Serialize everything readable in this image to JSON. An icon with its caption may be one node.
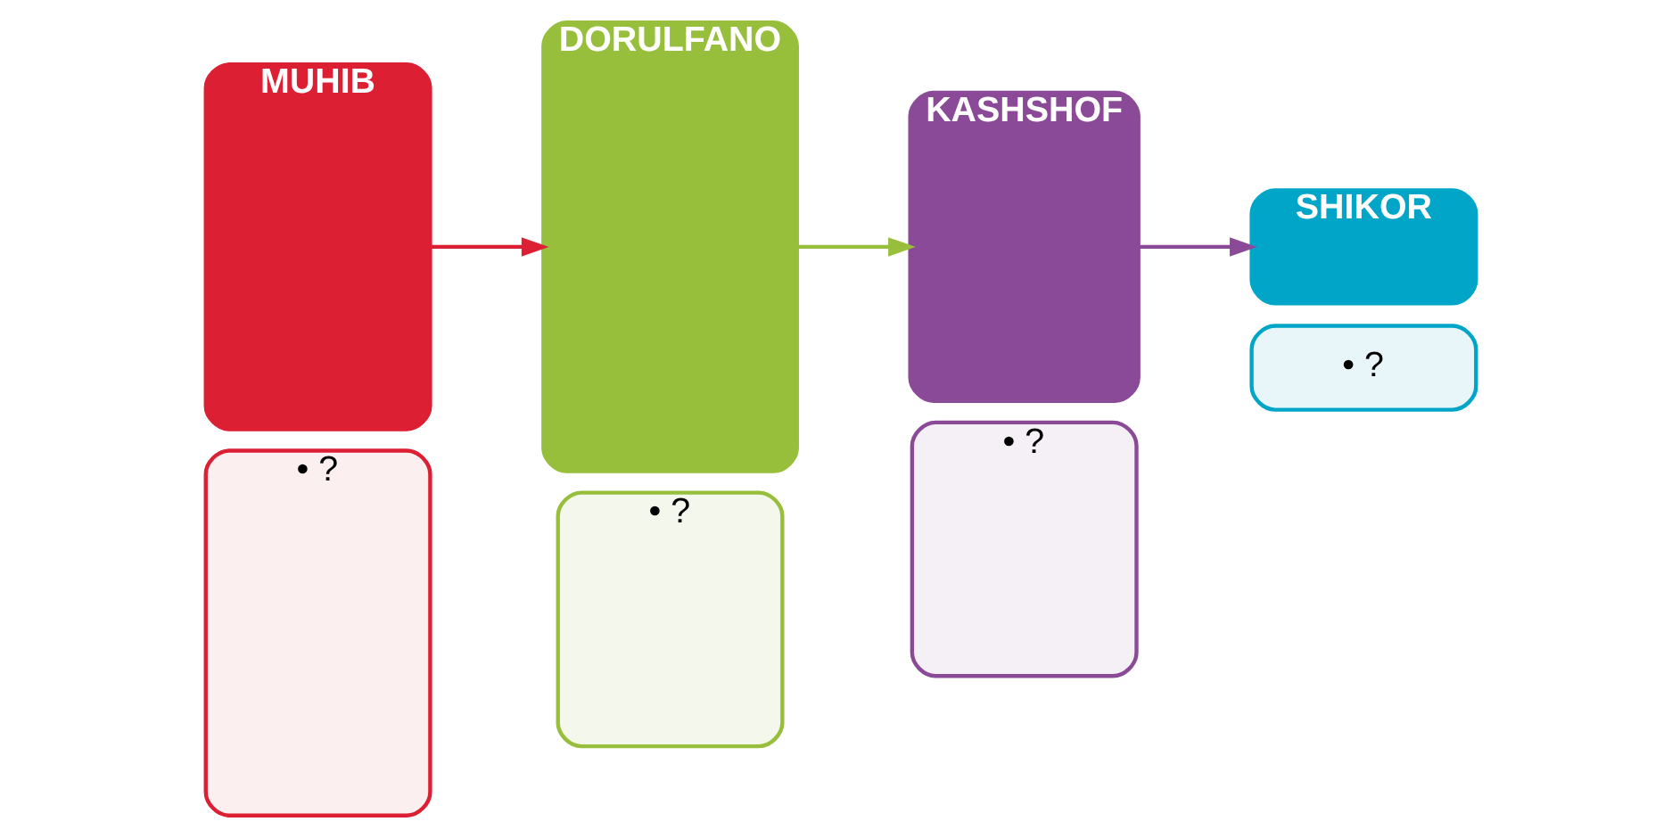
{
  "diagram": {
    "nodes": [
      {
        "text": [
          "MUHIB"
        ]
      },
      {
        "text": [
          "• ?"
        ]
      },
      {
        "text": [
          "DORULFANO"
        ]
      },
      {
        "text": [
          "• ?"
        ]
      },
      {
        "text": [
          "KASHSHOF"
        ]
      },
      {
        "text": [
          "• ?"
        ]
      },
      {
        "text": [
          "SHIKOR"
        ]
      },
      {
        "text": [
          "• ?"
        ]
      }
    ],
    "edges": [
      {
        "from": 0,
        "to": 2,
        "arrow": "to",
        "color": "#dc1f33"
      },
      {
        "from": 2,
        "to": 4,
        "arrow": "to",
        "color": "#97bf3c"
      },
      {
        "from": 4,
        "to": 6,
        "arrow": "to",
        "color": "#8b4a97"
      }
    ]
  }
}
